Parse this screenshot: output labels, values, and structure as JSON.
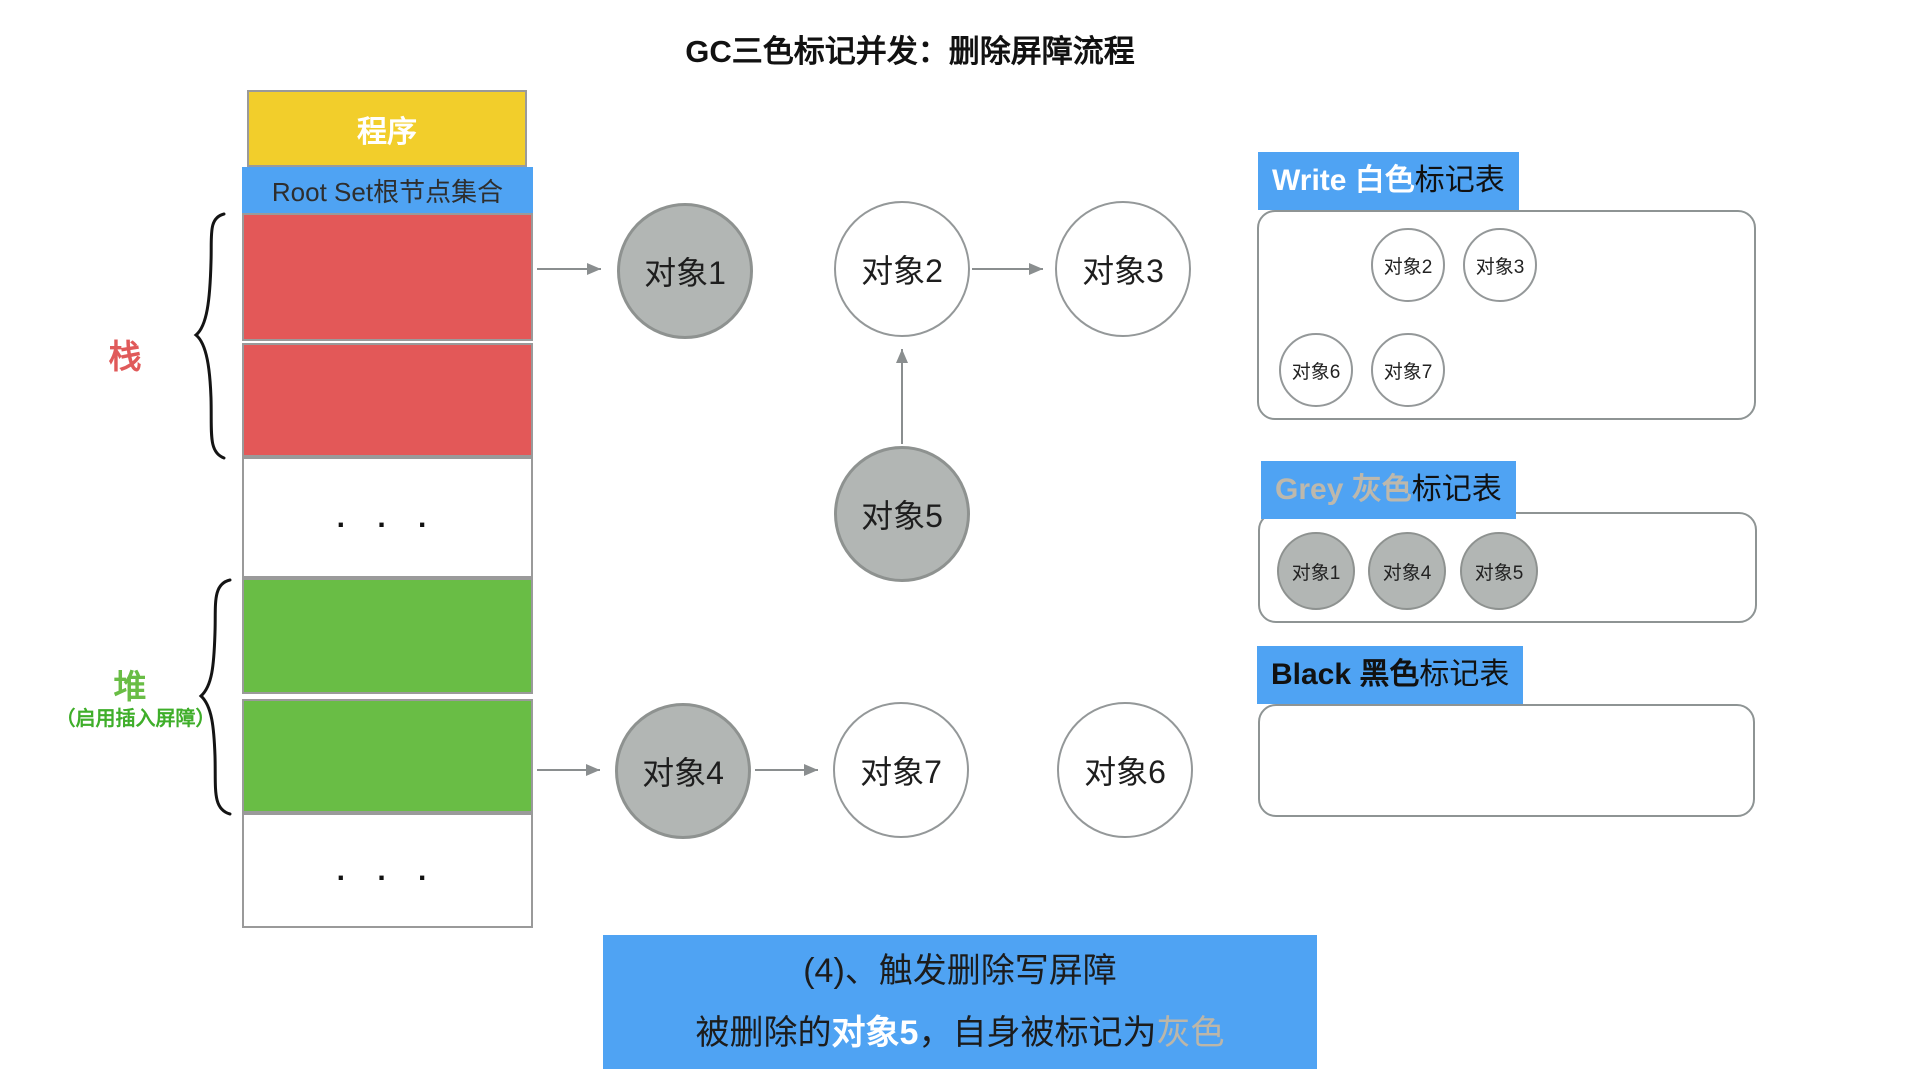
{
  "title": "GC三色标记并发：删除屏障流程",
  "memory_column": {
    "program": "程序",
    "root_set": "Root Set根节点集合",
    "ellipsis": ". . .",
    "stack_brace_label": "栈",
    "heap_brace_label": "堆",
    "heap_brace_sublabel": "（启用插入屏障）"
  },
  "graph": {
    "nodes": [
      {
        "id": "obj1",
        "label": "对象1",
        "fill": "grey"
      },
      {
        "id": "obj2",
        "label": "对象2",
        "fill": "white"
      },
      {
        "id": "obj3",
        "label": "对象3",
        "fill": "white"
      },
      {
        "id": "obj5",
        "label": "对象5",
        "fill": "grey"
      },
      {
        "id": "obj4",
        "label": "对象4",
        "fill": "grey"
      },
      {
        "id": "obj7",
        "label": "对象7",
        "fill": "white"
      },
      {
        "id": "obj6",
        "label": "对象6",
        "fill": "white"
      }
    ],
    "edges": [
      "root-set → 对象1",
      "对象2 → 对象3",
      "对象5 → 对象2",
      "heap → 对象4",
      "对象4 → 对象7"
    ]
  },
  "tables": {
    "white": {
      "title_highlight": "Write 白色",
      "title_rest": "标记表",
      "items": [
        "对象2",
        "对象3",
        "对象6",
        "对象7"
      ]
    },
    "grey": {
      "title_highlight": "Grey 灰色",
      "title_rest": "标记表",
      "items": [
        "对象1",
        "对象4",
        "对象5"
      ]
    },
    "black": {
      "title_highlight": "Black 黑色",
      "title_rest": "标记表",
      "items": []
    }
  },
  "caption": {
    "line1": "(4)、触发删除写屏障",
    "line2_prefix": "被删除的",
    "line2_object": "对象5",
    "line2_middle": "，自身被标记为",
    "line2_suffix": "灰色"
  },
  "colors": {
    "blue": "#4FA3F3",
    "yellow": "#F2CE2B",
    "red": "#E35858",
    "green": "#69BD45",
    "grey_node_fill": "#B2B6B4",
    "grey_label_text": "#BDB8AC",
    "arrow": "#8A8E8F"
  }
}
